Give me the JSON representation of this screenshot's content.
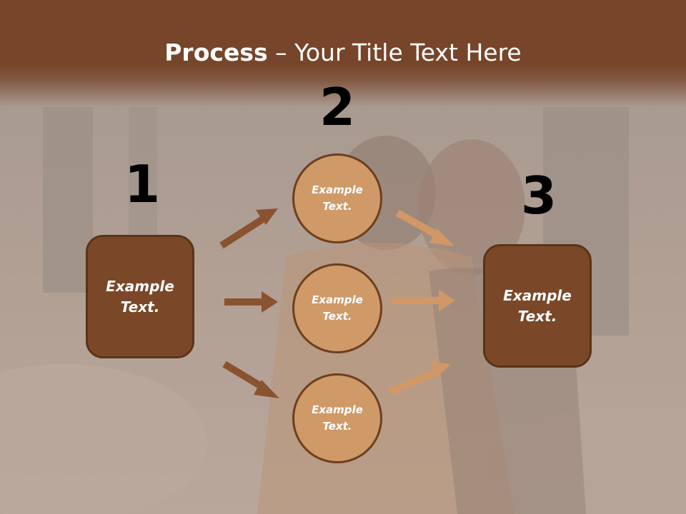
{
  "title": {
    "bold": "Process",
    "rest": " – Your Title Text Here"
  },
  "steps": {
    "one": "1",
    "two": "2",
    "three": "3"
  },
  "left_box": {
    "line1": "Example",
    "line2": "Text."
  },
  "right_box": {
    "line1": "Example",
    "line2": "Text."
  },
  "circles": [
    {
      "line1": "Example",
      "line2": "Text."
    },
    {
      "line1": "Example",
      "line2": "Text."
    },
    {
      "line1": "Example",
      "line2": "Text."
    }
  ],
  "colors": {
    "header": "#76452a",
    "box_fill": "#7a4828",
    "circle_fill": "#cf9a67",
    "arrow_dark": "#8a5330",
    "arrow_light": "#d19866"
  }
}
